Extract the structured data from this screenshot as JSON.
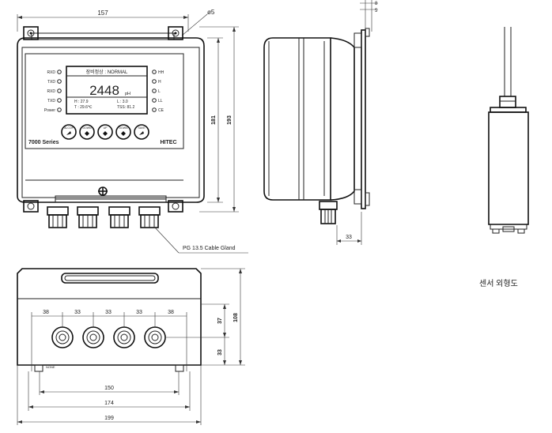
{
  "front_view": {
    "dim_width": "157",
    "dim_hole": "ø5",
    "dim_height_inner": "181",
    "dim_height_outer": "193",
    "series_label": "7000 Series",
    "brand": "HITEC",
    "left_indicators": [
      "RXD",
      "TXD",
      "RXD",
      "TXD",
      "Power"
    ],
    "right_indicators": [
      "HH",
      "H",
      "L",
      "LL",
      "CE"
    ],
    "display": {
      "status": "장비정상 : NORMAL",
      "value": "2448",
      "unit": "pH",
      "h_value": "H : 27.9",
      "l_value": "L : 3.0",
      "temp_value": "T : 29.6℃",
      "tss_value": "TSS: 81.2"
    },
    "buttons": [
      "ALCOP",
      "DOWN",
      "UP",
      "DOWN",
      "SAVE"
    ],
    "cable_gland_label": "PG 13.5 Cable Gland"
  },
  "side_view": {
    "dim_top_a": "8",
    "dim_top_b": "5",
    "dim_bottom": "33"
  },
  "bottom_view": {
    "gap_labels": [
      "38",
      "33",
      "33",
      "33",
      "38"
    ],
    "dim_37": "37",
    "dim_108": "108",
    "dim_33": "33",
    "dim_150": "150",
    "dim_174": "174",
    "dim_199": "199",
    "small_label": "NONE"
  },
  "sensor_caption": "센서 외형도"
}
